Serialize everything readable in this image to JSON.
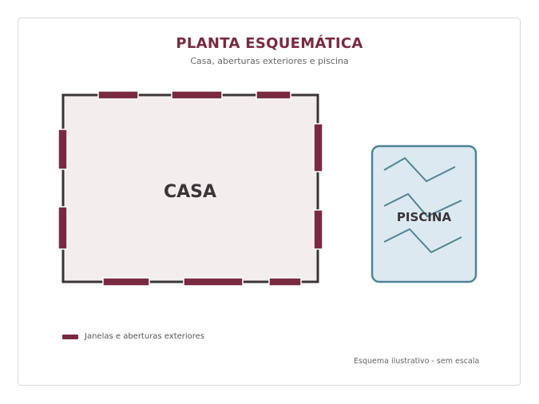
{
  "header": {
    "title": "PLANTA ESQUEMÁTICA",
    "subtitle": "Casa, aberturas exteriores e piscina"
  },
  "house": {
    "label": "CASA",
    "fill_color": "#f3edee",
    "wall_color": "#3a3536",
    "opening_color": "#7a2a40"
  },
  "pool": {
    "label": "PISCINA",
    "fill_color": "#dce9f0",
    "stroke_color": "#4f8496"
  },
  "legend": {
    "label": "Janelas e aberturas exteriores"
  },
  "footer": {
    "note": "Esquema ilustrativo - sem escala"
  }
}
